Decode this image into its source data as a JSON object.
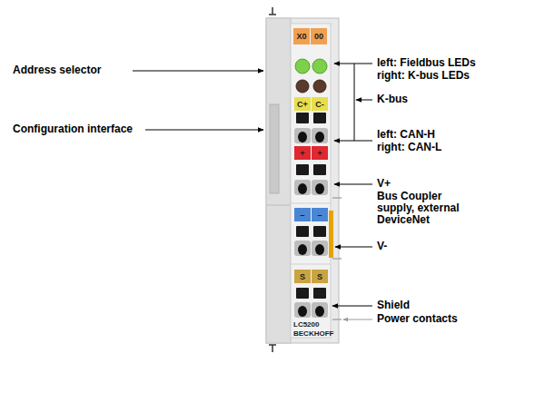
{
  "diagram": {
    "nodes": [
      {
        "text": [
          "LC5200",
          "BECKHOFF"
        ]
      },
      {
        "text": [
          "X0"
        ],
        "in": 0
      },
      {
        "text": [
          "00"
        ],
        "in": 0
      },
      {
        "text": [
          "C+"
        ],
        "in": 0
      },
      {
        "text": [
          "C-"
        ],
        "in": 0
      },
      {
        "text": [
          "+"
        ],
        "in": 0
      },
      {
        "text": [
          "+"
        ],
        "in": 0
      },
      {
        "text": [
          "–"
        ],
        "in": 0
      },
      {
        "text": [
          "–"
        ],
        "in": 0
      },
      {
        "text": [
          "S"
        ],
        "in": 0
      },
      {
        "text": [
          "S"
        ],
        "in": 0
      }
    ],
    "labels": [
      "Address selector",
      "Configuration interface",
      "left: Fieldbus LEDs",
      "right: K-bus LEDs",
      "K-bus",
      "left: CAN-H",
      "right: CAN-L",
      "V+",
      "Bus Coupler supply, external DeviceNet",
      "V-",
      "Shield",
      "Power contacts"
    ]
  }
}
